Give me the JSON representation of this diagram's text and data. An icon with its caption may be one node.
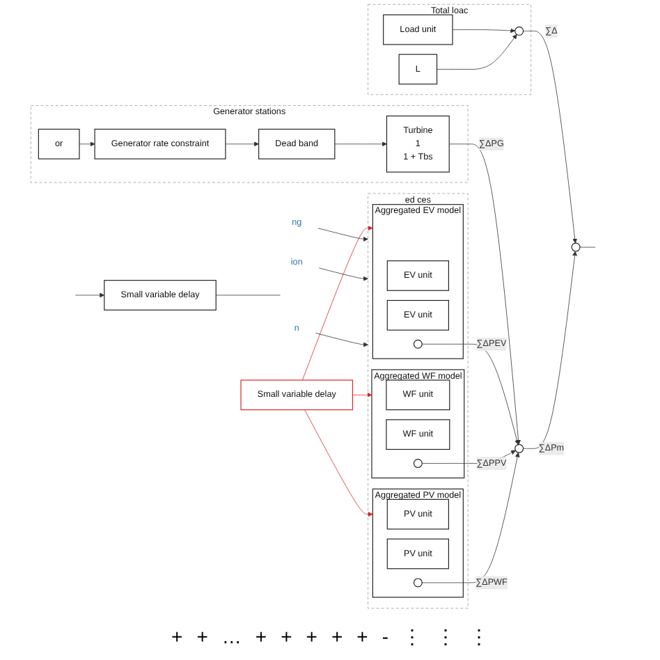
{
  "diagram": {
    "nodes": [
      {
        "text": [
          "Small variable delay"
        ]
      },
      {
        "text": [
          "Total loac"
        ]
      },
      {
        "text": [
          "Load unit"
        ],
        "in": 1
      },
      {
        "text": [
          "L"
        ],
        "in": 1
      },
      {
        "text": [],
        "shape": "circle",
        "in": 1
      },
      {
        "text": [
          "Generator stations"
        ]
      },
      {
        "text": [
          "or"
        ],
        "in": 5
      },
      {
        "text": [
          "Generator rate constraint"
        ],
        "in": 5
      },
      {
        "text": [
          "Dead band"
        ],
        "in": 5
      },
      {
        "text": [
          "Turbine",
          "1",
          "1 + Tbs"
        ],
        "in": 5
      },
      {
        "text": [],
        "shape": "circle"
      },
      {
        "text": [],
        "shape": "circle"
      },
      {
        "text": [
          "ed ces"
        ]
      },
      {
        "text": [
          "Aggregated PV model"
        ],
        "in": 12
      },
      {
        "text": [
          "PV unit"
        ],
        "in": 13
      },
      {
        "text": [
          "PV unit"
        ],
        "in": 13
      },
      {
        "text": [],
        "shape": "circle",
        "in": 13
      },
      {
        "text": [
          "Aggregated WF model"
        ],
        "in": 12
      },
      {
        "text": [
          "WF unit"
        ],
        "in": 17
      },
      {
        "text": [
          "WF unit"
        ],
        "in": 17
      },
      {
        "text": [],
        "shape": "circle",
        "in": 17
      },
      {
        "text": [
          "Aggregated EV model"
        ],
        "in": 12
      },
      {
        "text": [
          "EV unit"
        ],
        "in": 21
      },
      {
        "text": [
          "EV unit"
        ],
        "in": 21
      },
      {
        "text": [],
        "shape": "circle",
        "in": 21
      },
      {
        "text": [
          "Small variable delay"
        ]
      },
      {
        "text": [
          "ng"
        ]
      },
      {
        "text": [
          "ion"
        ]
      },
      {
        "text": [
          "n"
        ]
      }
    ],
    "edges": [
      {
        "from": null,
        "to": 0,
        "arrow": "to"
      },
      {
        "from": 0,
        "to": null,
        "arrow": "none"
      },
      {
        "from": 2,
        "to": 4,
        "arrow": "to"
      },
      {
        "from": 3,
        "to": 4,
        "arrow": "to"
      },
      {
        "from": 4,
        "to": 11,
        "arrow": "to",
        "label": "∑Δ"
      },
      {
        "from": 6,
        "to": 7,
        "arrow": "to"
      },
      {
        "from": 7,
        "to": 8,
        "arrow": "to"
      },
      {
        "from": 8,
        "to": 9,
        "arrow": "to"
      },
      {
        "from": 9,
        "to": 10,
        "arrow": "to",
        "label": "∑ΔPG"
      },
      {
        "from": 10,
        "to": 11,
        "arrow": "to",
        "label": "∑ΔPm"
      },
      {
        "from": 11,
        "to": null,
        "arrow": "none"
      },
      {
        "from": 24,
        "to": 10,
        "arrow": "to",
        "label": "∑ΔPEV"
      },
      {
        "from": 20,
        "to": 10,
        "arrow": "to",
        "label": "∑ΔPPV"
      },
      {
        "from": 16,
        "to": 10,
        "arrow": "to",
        "label": "∑ΔPWF"
      },
      {
        "from": 25,
        "to": 13,
        "arrow": "to",
        "color": "#d62728"
      },
      {
        "from": 25,
        "to": 17,
        "arrow": "to",
        "color": "#d62728"
      },
      {
        "from": 25,
        "to": 21,
        "arrow": "to",
        "color": "#d62728"
      },
      {
        "from": 26,
        "to": 12,
        "arrow": "to"
      },
      {
        "from": 27,
        "to": 12,
        "arrow": "to"
      },
      {
        "from": 28,
        "to": 12,
        "arrow": "to"
      }
    ],
    "labels": [
      "+",
      "+",
      "…",
      "+",
      "+",
      "+",
      "+",
      "+",
      "-",
      "⋮",
      "⋮",
      "⋮"
    ]
  }
}
